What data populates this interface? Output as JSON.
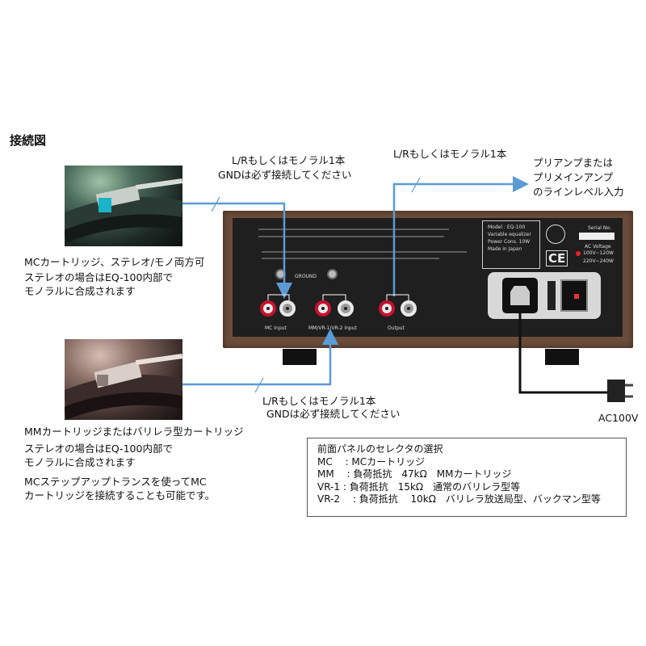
{
  "title": "接続図",
  "callouts": {
    "top_left_1": "L/Rもしくはモノラル1本",
    "top_left_2": "GNDは必ず接続してください",
    "top_right": "L/Rもしくはモノラル1本",
    "preamp_1": "プリアンプまたは",
    "preamp_2": "プリメインアンプ",
    "preamp_3": "のラインレベル入力",
    "bottom_1": "L/Rもしくはモノラル1本",
    "bottom_2": "GNDは必ず接続してください",
    "ac": "AC100V"
  },
  "mc_text": {
    "line1": "MCカートリッジ、ステレオ/モノ両方可",
    "line2": "ステレオの場合はEQ-100内部で",
    "line3": "モノラルに合成されます"
  },
  "mm_text": {
    "line1": "MMカートリッジまたはバリレラ型カートリッジ",
    "line2": "ステレオの場合はEQ-100内部で",
    "line3": "モノラルに合成されます",
    "line4": "MCステップアップトランスを使ってMC",
    "line5": "カートリッジを接続することも可能です。"
  },
  "panel": {
    "mc_input": "MC Input",
    "mm_input": "MM/VR-1/VR-2 Input",
    "output": "Output",
    "ground": "GROUND",
    "model": "Model : EQ-100",
    "product": "Variable equalizer",
    "power": "Power Cons. 10W",
    "made": "Made in Japan",
    "serial_title": "Serial No.",
    "ac_voltage": "AC Voltage",
    "v1": "100V~120W",
    "v2": "220V~240W"
  },
  "legend": {
    "title": "前面パネルのセレクタの選択",
    "rows": [
      "MC　 : MCカートリッジ",
      "MM　 : 負荷抵抗　47kΩ　MMカートリッジ",
      "VR-1 : 負荷抵抗　15kΩ　通常のバリレラ型等",
      "VR-2 　: 負荷抵抗　 10kΩ　バリレラ放送局型、バックマン型等"
    ]
  },
  "colors": {
    "cable": "#5b9bd5",
    "wood": "#6a4c39",
    "panel": "#1f1f1f"
  }
}
